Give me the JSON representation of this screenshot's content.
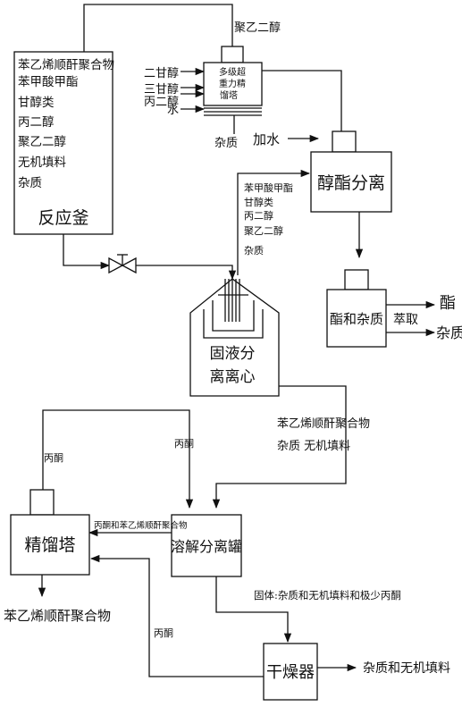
{
  "reactor": {
    "title": "反应釜",
    "contents": [
      "苯乙烯顺酐聚合物",
      "苯甲酸甲酯",
      "甘醇类",
      "丙二醇",
      "聚乙二醇",
      "无机填料",
      "杂质"
    ]
  },
  "rectifier": {
    "label_lines": [
      "多级超",
      "重力精",
      "馏塔"
    ],
    "top_product": "聚乙二醇",
    "side_outputs": [
      "二甘醇",
      "三甘醇",
      "丙二醇",
      "水"
    ],
    "bottom_output": "杂质"
  },
  "alcohol_ester_sep": {
    "title": "醇酯分离",
    "water_input": "加水"
  },
  "feed_to_sep": [
    "苯甲酸甲酯",
    "甘醇类",
    "丙二醇",
    "聚乙二醇",
    "杂质"
  ],
  "ester_impurity": {
    "title": "酯和杂质",
    "extraction": "萃取",
    "out_top": "酯",
    "out_bottom": "杂质"
  },
  "solid_liquid_centrifuge": {
    "title_line1": "固液分",
    "title_line2": "离离心"
  },
  "centrifuge_solids": [
    "苯乙烯顺酐聚合物",
    "杂质  无机填料"
  ],
  "acetone": "丙酮",
  "dissolve_tank": {
    "title": "溶解分离罐"
  },
  "distillation_tower": {
    "title": "精馏塔",
    "product": "苯乙烯顺酐聚合物"
  },
  "tank_to_tower": "丙酮和苯乙烯顺酐聚合物",
  "solid_note": "固体:杂质和无机填料和极少丙酮",
  "dryer": {
    "title": "干燥器",
    "output": "杂质和无机填料"
  }
}
